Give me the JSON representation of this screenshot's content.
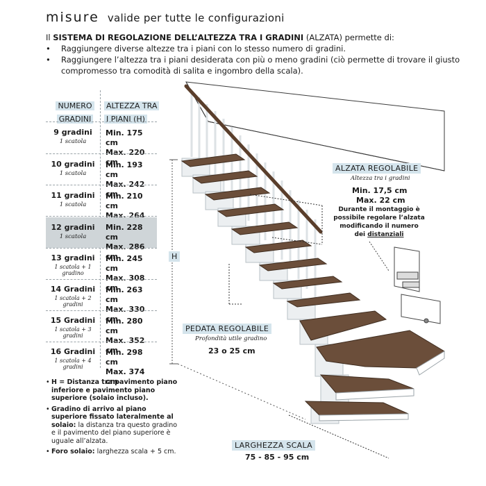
{
  "header": {
    "title_word": "misure",
    "title_rest": "valide per tutte le configurazioni",
    "intro_prefix": "Il ",
    "intro_bold": "SISTEMA DI REGOLAZIONE DELL’ALTEZZA TRA I GRADINI",
    "intro_suffix": " (ALZATA) permette di:",
    "bullets": [
      "Raggiungere diverse altezze tra i piani con lo stesso numero di gradini.",
      "Raggiungere l’altezza tra i piani desiderata con più o meno gradini (ciò permette di trovare il giusto compromesso tra comodità di salita e ingombro della scala)."
    ]
  },
  "table": {
    "col1_header_l1": "NUMERO",
    "col1_header_l2": "GRADINI",
    "col2_header_l1": "ALTEZZA TRA",
    "col2_header_l2": "I PIANI    (H)",
    "rows": [
      {
        "steps": "9 gradini",
        "boxes": "1 scatola",
        "min": "Min. 175 cm",
        "max": "Max. 220 cm"
      },
      {
        "steps": "10 gradini",
        "boxes": "1 scatola",
        "min": "Min. 193 cm",
        "max": "Max. 242 cm"
      },
      {
        "steps": "11 gradini",
        "boxes": "1 scatola",
        "min": "Min. 210 cm",
        "max": "Max. 264 cm"
      },
      {
        "steps": "12 gradini",
        "boxes": "1 scatola",
        "min": "Min. 228 cm",
        "max": "Max. 286 cm"
      },
      {
        "steps": "13 gradini",
        "boxes": "1 scatola + 1 gradino",
        "min": "Min. 245 cm",
        "max": "Max. 308 cm"
      },
      {
        "steps": "14 Gradini",
        "boxes": "1 scatola + 2 gradini",
        "min": "Min. 263 cm",
        "max": "Max. 330 cm"
      },
      {
        "steps": "15 Gradini",
        "boxes": "1 scatola + 3 gradini",
        "min": "Min. 280 cm",
        "max": "Max. 352 cm"
      },
      {
        "steps": "16 Gradini",
        "boxes": "1 scatola + 4  gradini",
        "min": "Min. 298 cm",
        "max": "Max. 374 cm"
      }
    ]
  },
  "notes": [
    {
      "bold": "H = Distanza tra pavimento piano inferiore e pavimento piano superiore (solaio incluso).",
      "text": ""
    },
    {
      "bold": "Gradino di arrivo al piano superiore fissato lateralmente al solaio:",
      "text": " la distanza tra questo gradino e il pavimento del piano superiore è uguale all’alzata."
    },
    {
      "bold": "Foro solaio:",
      "text": " larghezza scala + 5 cm."
    }
  ],
  "diagram": {
    "h_label": "H",
    "alzata_title": "ALZATA REGOLABILE",
    "alzata_sub": "Altezza tra i gradini",
    "alzata_min": "Min. 17,5 cm",
    "alzata_max": "Max. 22 cm",
    "alzata_note_l1": "Durante il montaggio è",
    "alzata_note_l2": "possibile regolare l’alzata",
    "alzata_note_l3": "modificando il numero",
    "alzata_note_l4a": "dei ",
    "alzata_note_l4b": "distanziali",
    "pedata_title": "PEDATA REGOLABILE",
    "pedata_sub": "Profondità utile gradino",
    "pedata_value": "23 o 25 cm",
    "larghezza_title": "LARGHEZZA SCALA",
    "larghezza_value": "75 - 85 - 95 cm"
  },
  "colors": {
    "label_bg": "#d4e4ec",
    "highlight_row": "#cfd5d8",
    "wood": "#6b4e3a",
    "stringer": "#e9ecee"
  }
}
